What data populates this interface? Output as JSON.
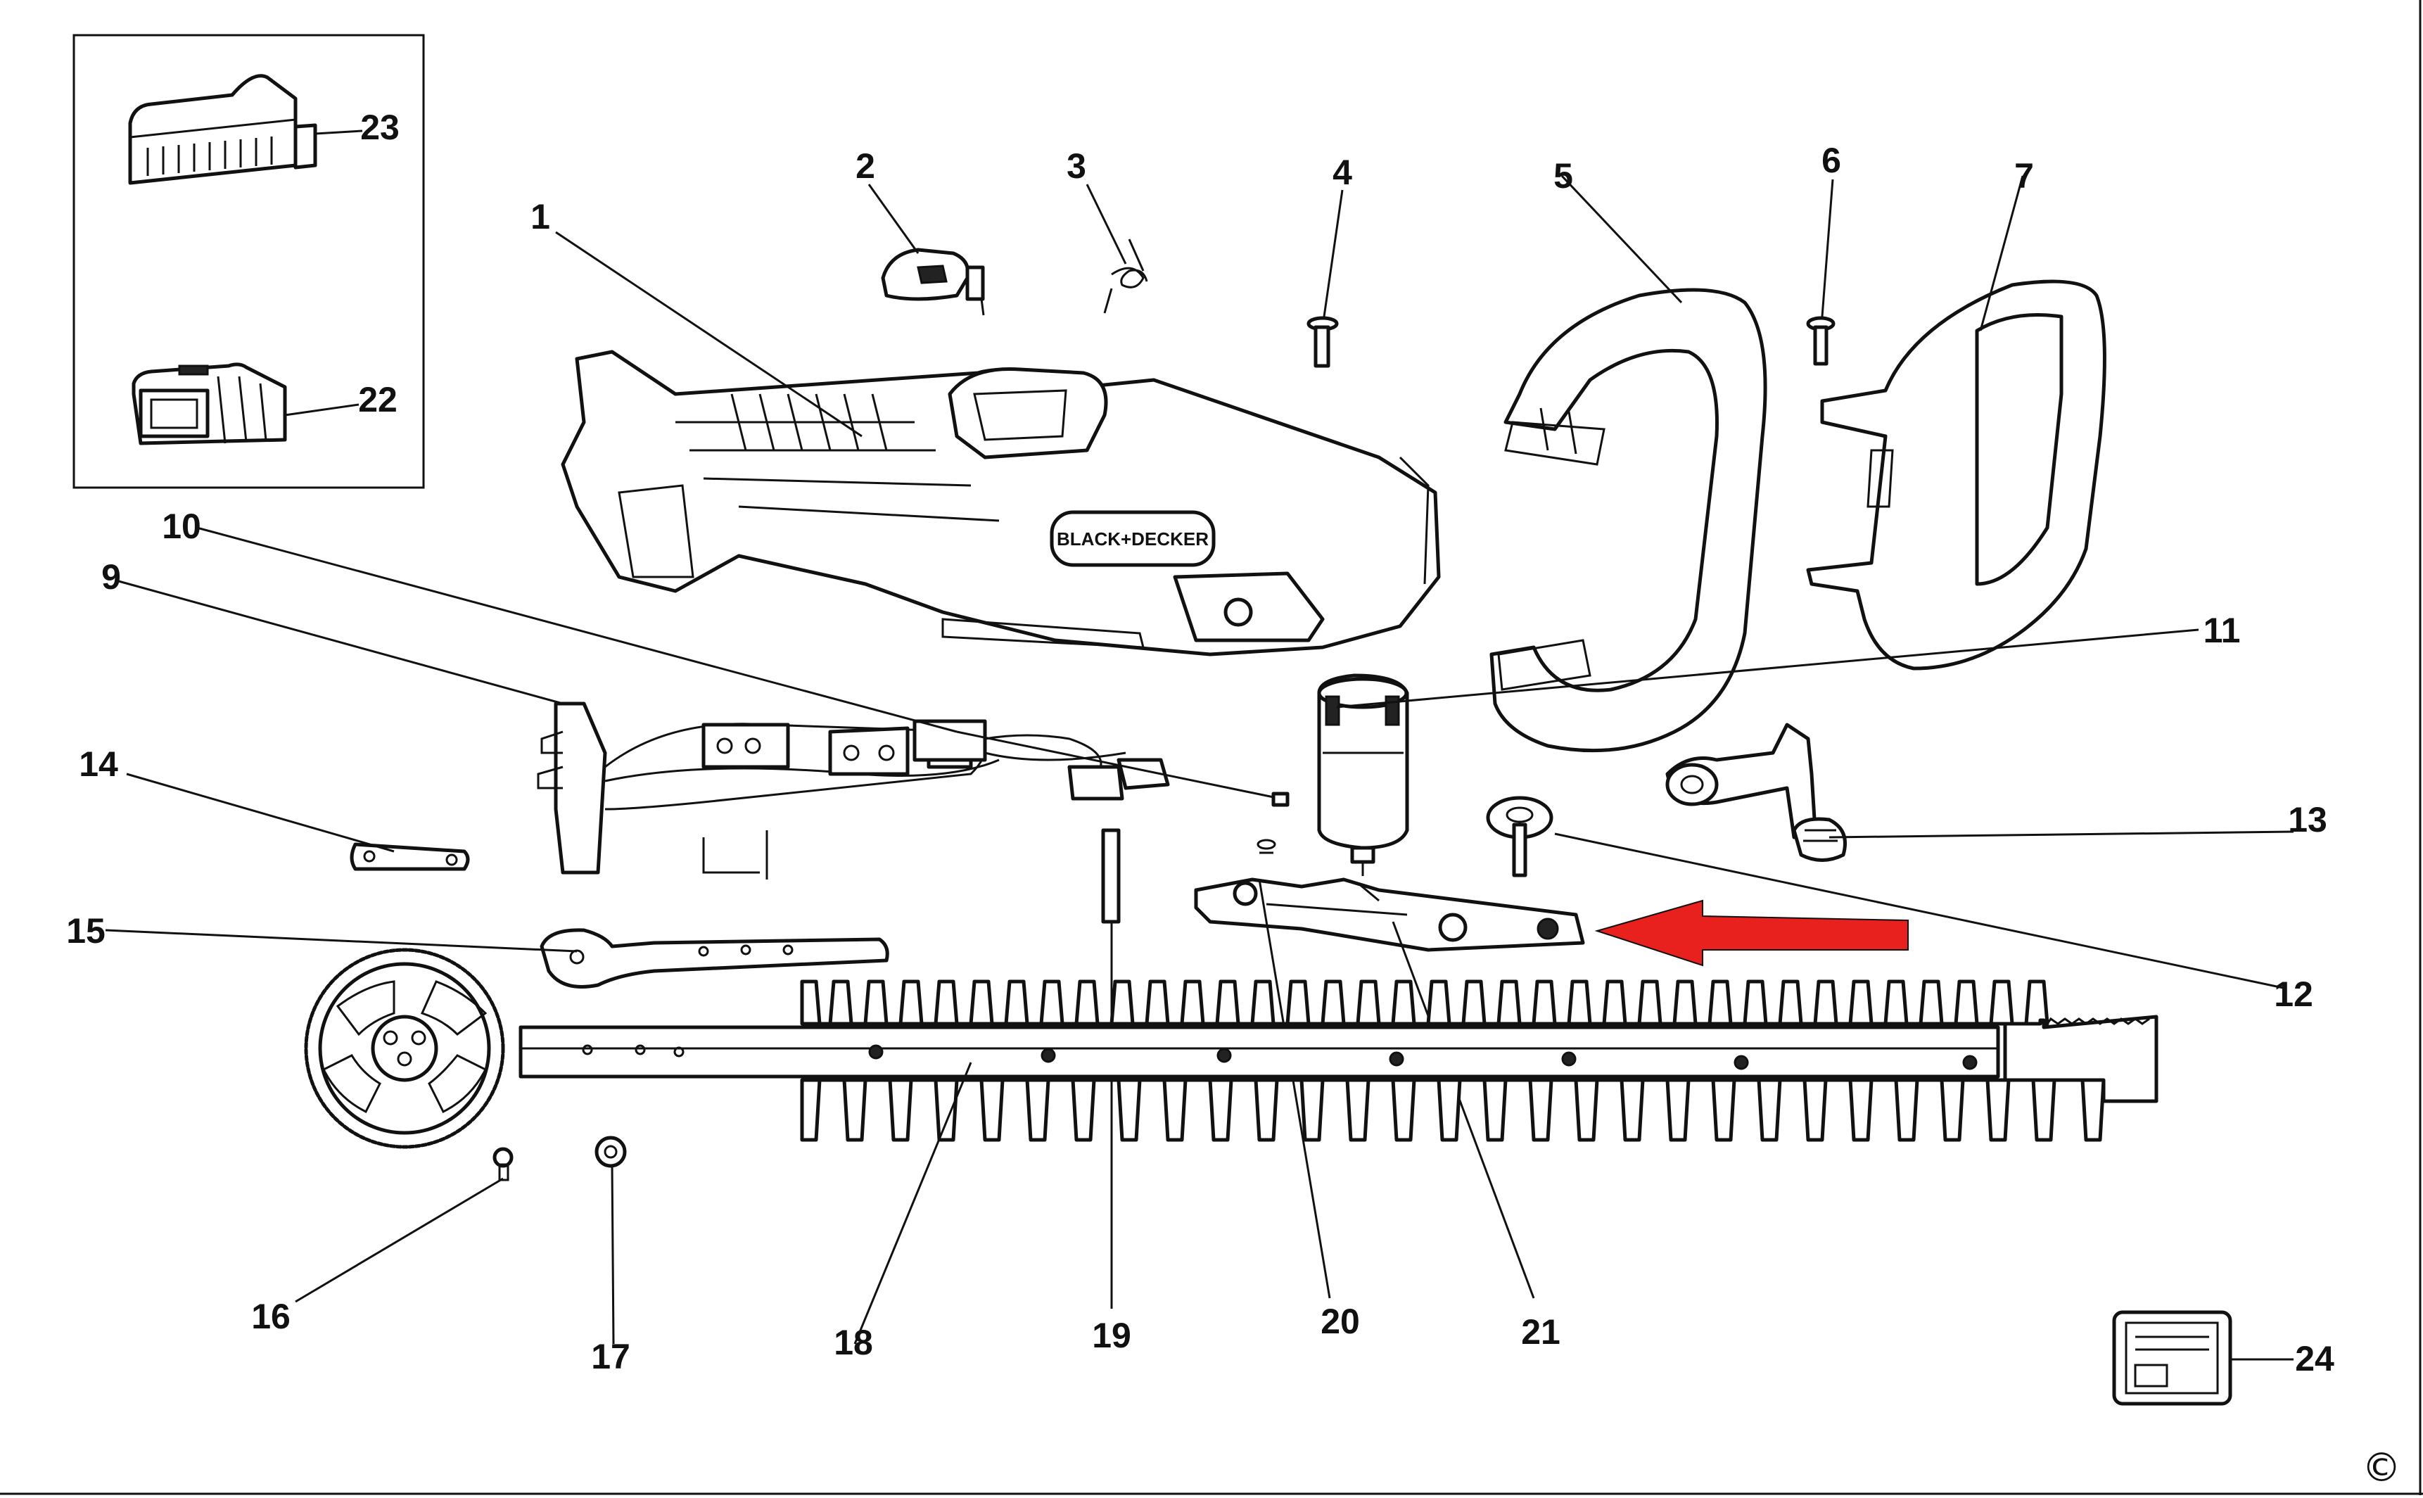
{
  "diagram": {
    "labels": [
      "1",
      "2",
      "3",
      "4",
      "5",
      "6",
      "7",
      "9",
      "10",
      "11",
      "12",
      "13",
      "14",
      "15",
      "16",
      "17",
      "18",
      "19",
      "20",
      "21",
      "22",
      "23",
      "24"
    ],
    "brand_text": "BLACK+DECKER",
    "copyright_symbol": "©",
    "accent_color": "#e8201e"
  }
}
